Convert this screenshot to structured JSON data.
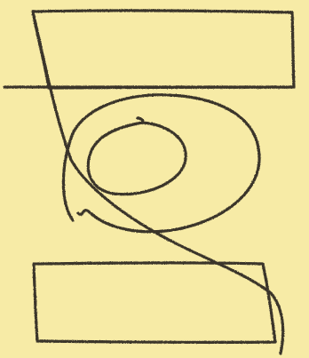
{
  "drawing": {
    "background_color": "#f7eba6",
    "ink_color": "#3a342a",
    "description_marks": [
      "top-rectangle",
      "horizontal-line",
      "outer-loop",
      "inner-loop",
      "diagonal-stroke",
      "bottom-rectangle"
    ]
  }
}
